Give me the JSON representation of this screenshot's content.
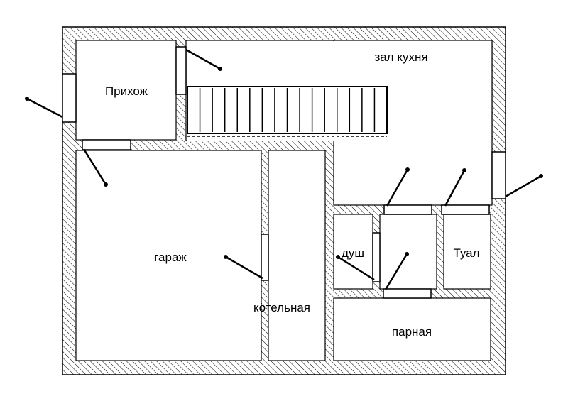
{
  "plan": {
    "rooms": {
      "hall_kitchen": "зал кухня",
      "hallway": "Прихож",
      "garage": "гараж",
      "boiler_room": "котельная",
      "shower": "душ",
      "toilet": "Туал",
      "steam_room": "парная"
    },
    "colors": {
      "wall_hatch": "#000000",
      "background": "#ffffff"
    }
  }
}
